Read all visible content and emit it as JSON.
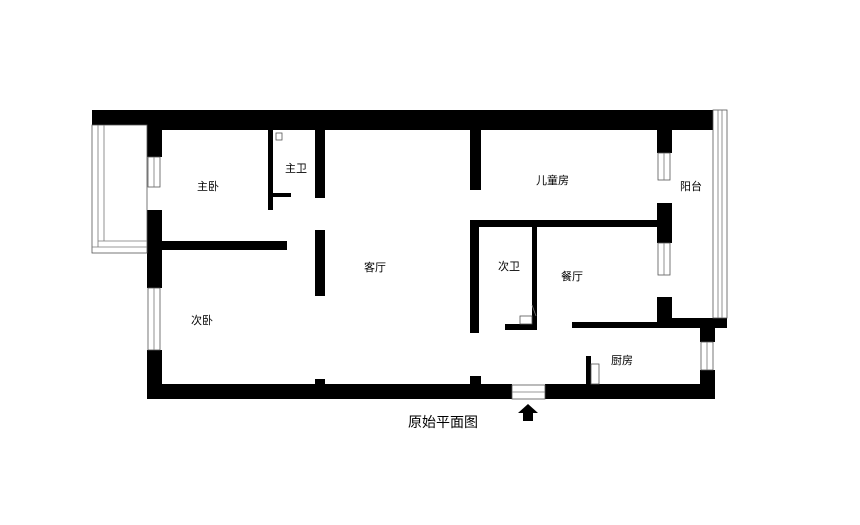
{
  "title": "原始平面图",
  "rooms": {
    "master_bedroom": "主卧",
    "master_bath": "主卫",
    "living_room": "客厅",
    "kids_room": "儿童房",
    "balcony": "阳台",
    "second_bath": "次卫",
    "dining_room": "餐厅",
    "second_bedroom": "次卧",
    "kitchen": "厨房"
  },
  "colors": {
    "wall": "#000000",
    "background": "#ffffff"
  },
  "icons": {
    "entrance": "entrance-arrow-icon"
  }
}
